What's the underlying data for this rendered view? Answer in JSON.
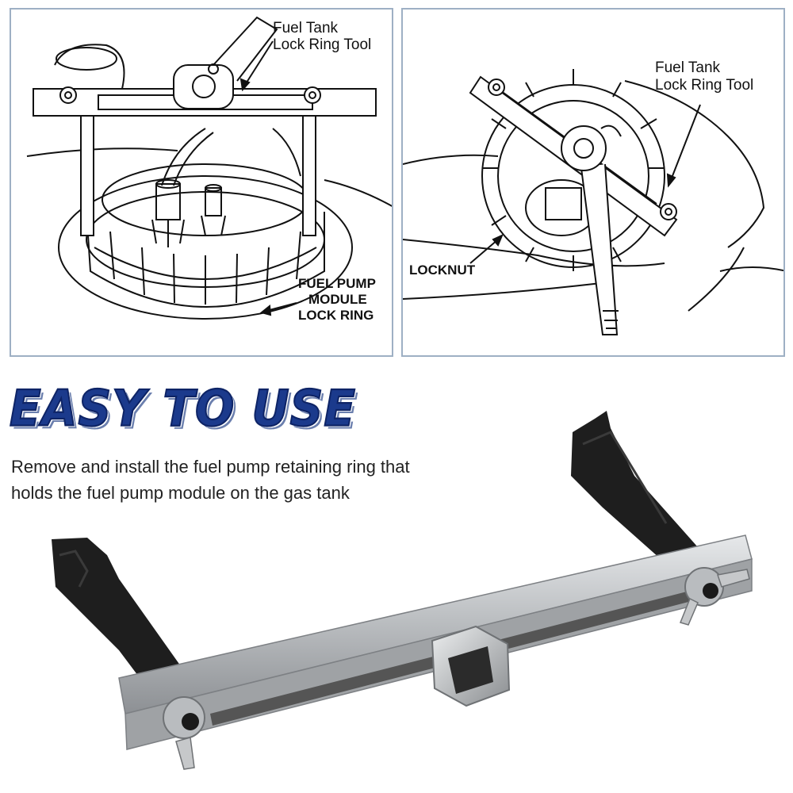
{
  "panels": {
    "left": {
      "callout_tool_line1": "Fuel Tank",
      "callout_tool_line2": "Lock Ring Tool",
      "callout_ring_line1": "FUEL PUMP",
      "callout_ring_line2": "MODULE",
      "callout_ring_line3": "LOCK RING"
    },
    "right": {
      "callout_tool_line1": "Fuel Tank",
      "callout_tool_line2": "Lock Ring Tool",
      "callout_locknut": "LOCKNUT"
    }
  },
  "headline": "EASY TO USE",
  "description": "Remove and install the fuel pump retaining ring that holds the fuel pump module on the gas tank",
  "colors": {
    "headline": "#1b3a8c",
    "panel_border": "#9eb0c4",
    "tool_steel": "#c4c6c8",
    "tool_arm": "#1e1e1e"
  },
  "icons": {
    "left": "fuel-pump-install-diagram",
    "right": "locknut-removal-diagram",
    "product": "lock-ring-tool-photo"
  }
}
